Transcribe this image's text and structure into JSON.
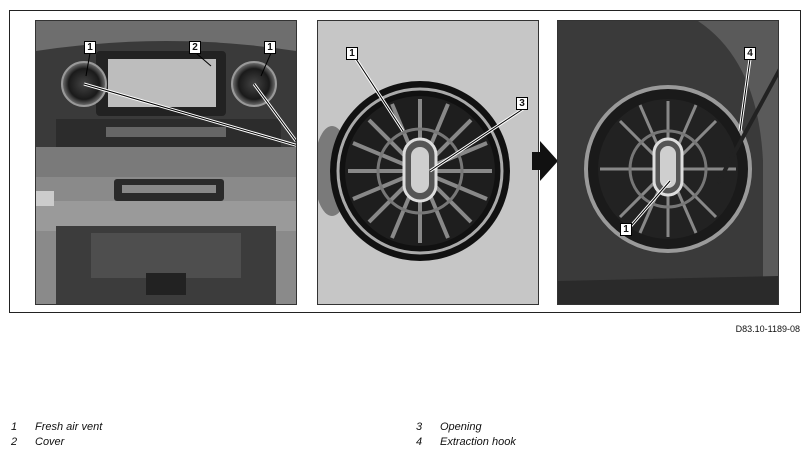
{
  "callouts": {
    "photo1": [
      "1",
      "2",
      "1"
    ],
    "photo2": [
      "1",
      "3"
    ],
    "photo3": [
      "4",
      "1"
    ]
  },
  "document_id": "D83.10-1189-08",
  "legend": [
    {
      "num": "1",
      "label": "Fresh air vent"
    },
    {
      "num": "2",
      "label": "Cover"
    },
    {
      "num": "3",
      "label": "Opening"
    },
    {
      "num": "4",
      "label": "Extraction hook"
    }
  ]
}
